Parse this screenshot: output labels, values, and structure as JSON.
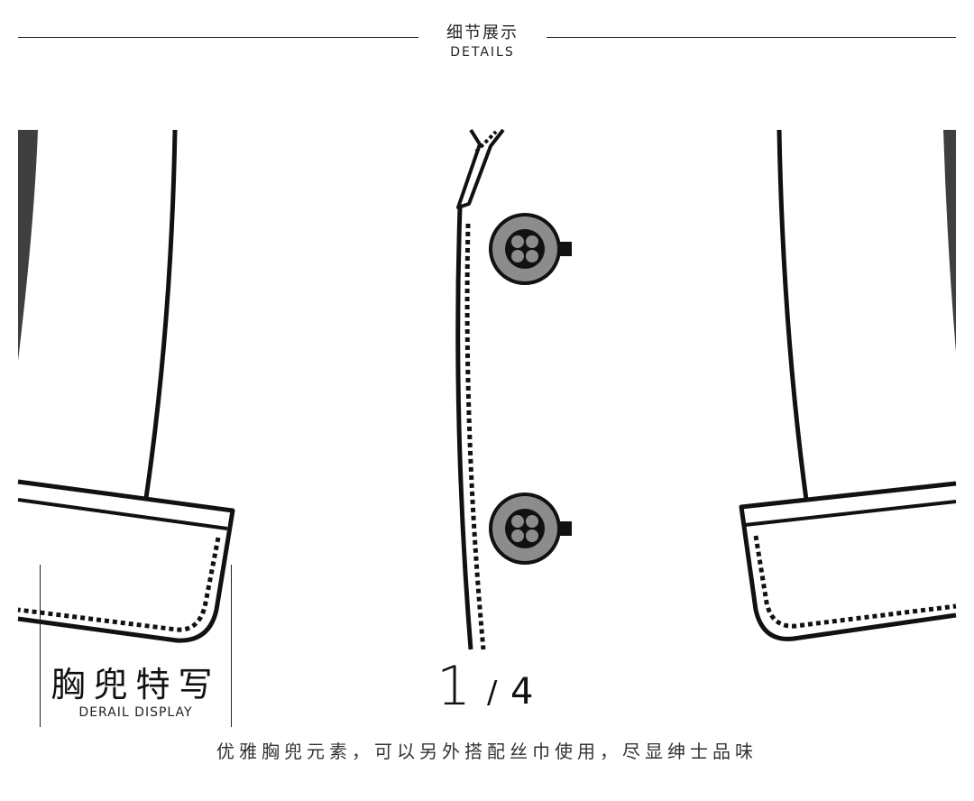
{
  "header": {
    "title": "细节展示",
    "subtitle": "DETAILS"
  },
  "caption": {
    "title": "胸兜特写",
    "subtitle": "DERAIL DISPLAY"
  },
  "counter": {
    "current": "1",
    "slash": "/",
    "total": "4"
  },
  "footer": {
    "text": "优雅胸兜元素，可以另外搭配丝巾使用，尽显绅士品味"
  },
  "colors": {
    "line": "#111111",
    "button_fill": "#8c8c8c",
    "shadow": "#3f3f3f",
    "background": "#ffffff"
  }
}
